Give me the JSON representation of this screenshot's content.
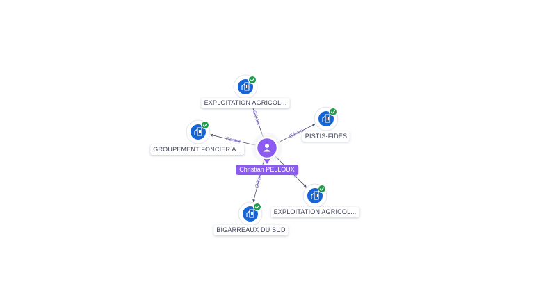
{
  "center": {
    "label": "Christian PELLOUX",
    "icon": "person-icon"
  },
  "colors": {
    "center_fill": "#8c5cf0",
    "company_fill": "#1565d8",
    "check_fill": "#1f9d4c",
    "edge": "#4a4f6a",
    "edge_label": "#7b6fd6"
  },
  "nodes": [
    {
      "label": "EXPLOITATION AGRICOL...",
      "edge_label": "Gérant",
      "icon": "building-icon",
      "verified": true
    },
    {
      "label": "PISTIS-FIDES",
      "edge_label": "Gérant",
      "icon": "building-icon",
      "verified": true
    },
    {
      "label": "GROUPEMENT FONCIER A...",
      "edge_label": "Gérant",
      "icon": "building-icon",
      "verified": true
    },
    {
      "label": "EXPLOITATION AGRICOL...",
      "edge_label": "Gérant",
      "icon": "building-icon",
      "verified": true
    },
    {
      "label": "BIGARREAUX DU SUD",
      "edge_label": "Gérant",
      "icon": "building-icon",
      "verified": true
    }
  ]
}
